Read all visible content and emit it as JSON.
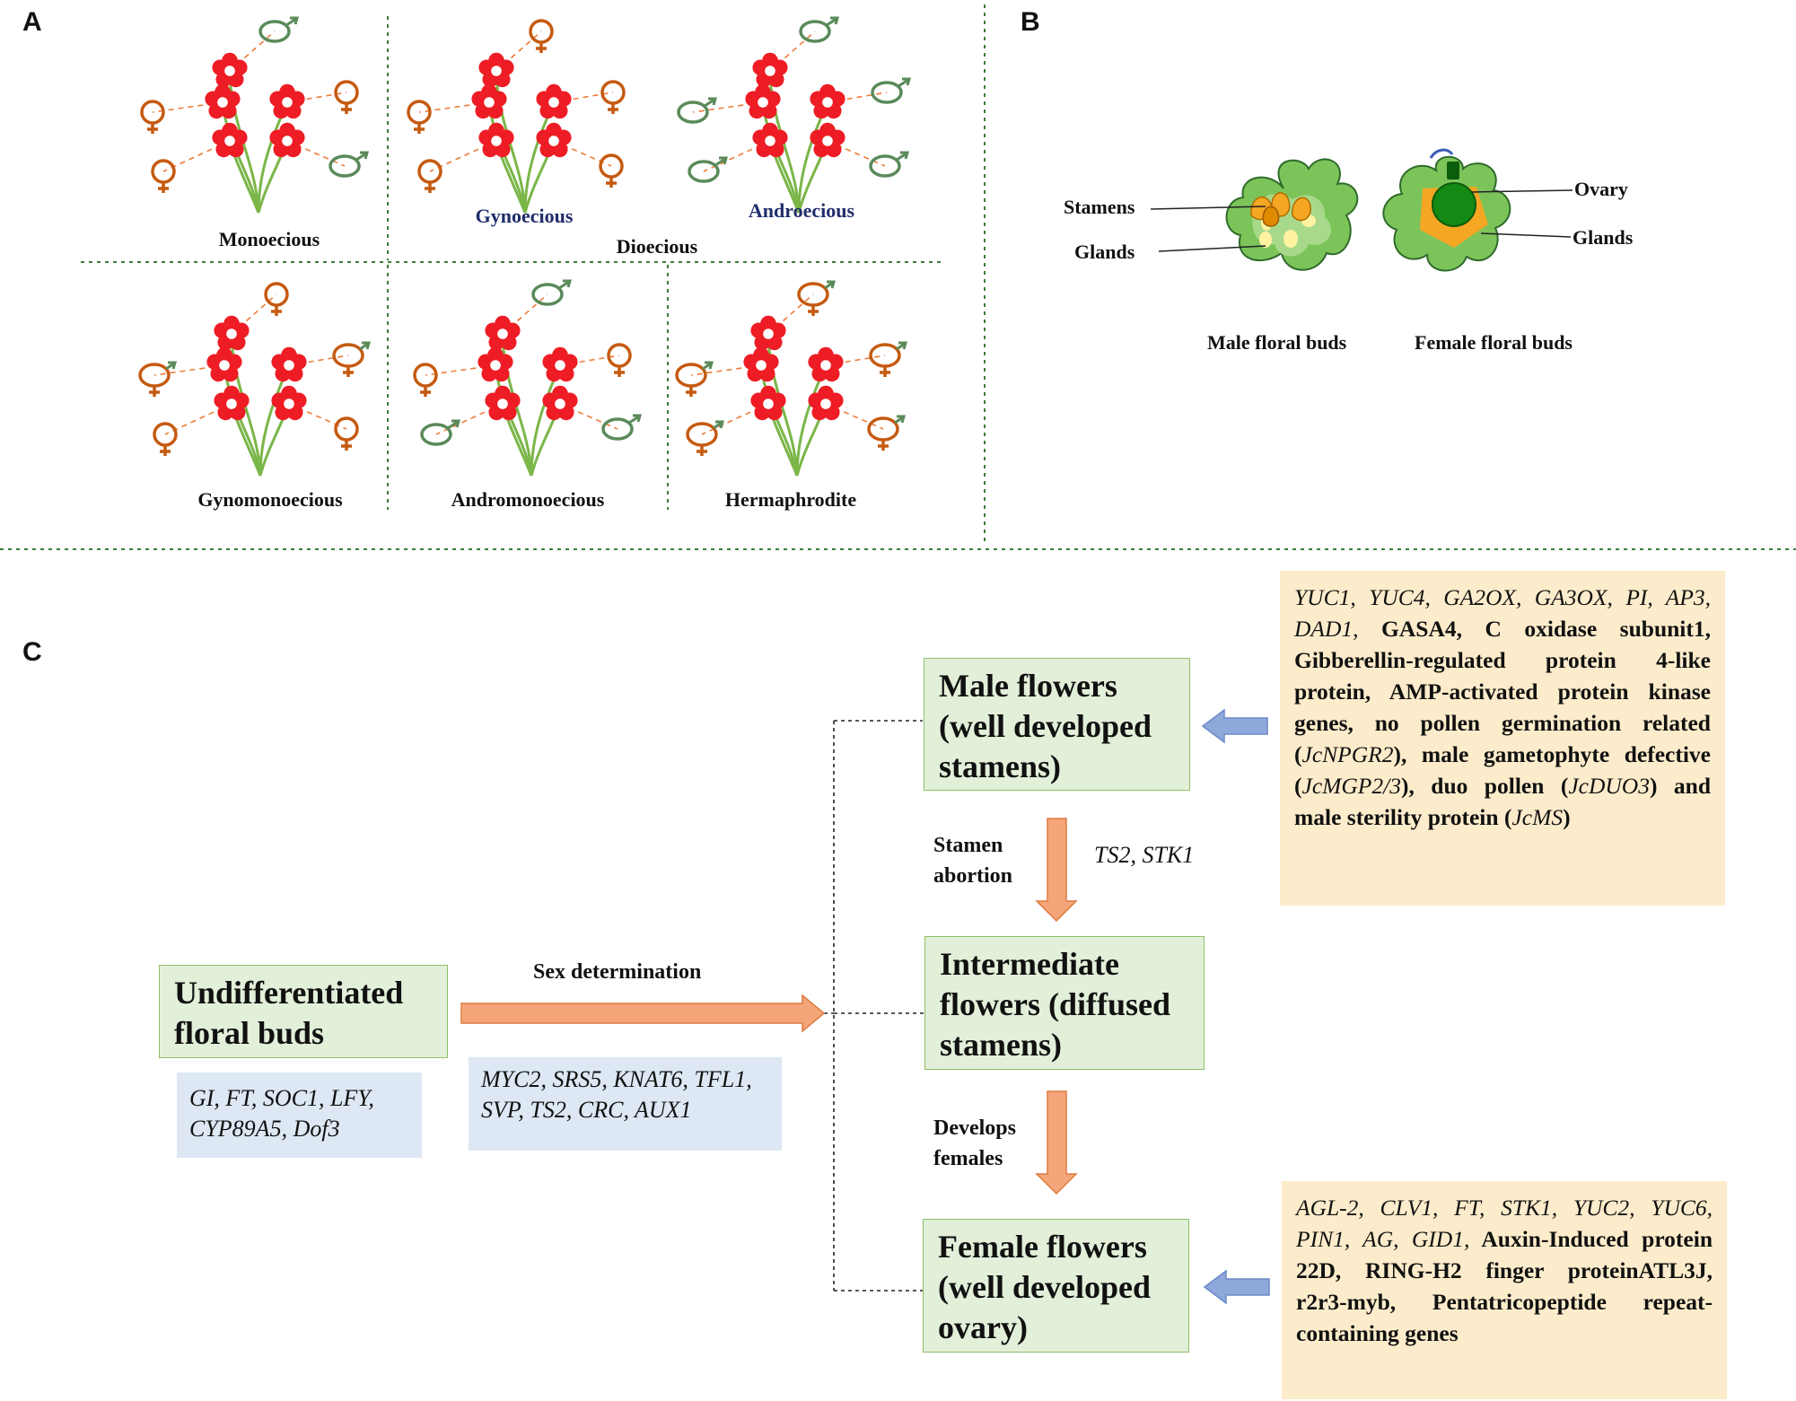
{
  "panels": {
    "a": "A",
    "b": "B",
    "c": "C"
  },
  "panel_a": {
    "monoecious": "Monoecious",
    "gynoecious": "Gynoecious",
    "androecious": "Androecious",
    "dioecious": "Dioecious",
    "gynomonoecious": "Gynomonoecious",
    "andromonoecious": "Andromonoecious",
    "hermaphrodite": "Hermaphrodite"
  },
  "panel_b": {
    "stamens": "Stamens",
    "glands_left": "Glands",
    "ovary": "Ovary",
    "glands_right": "Glands",
    "male_caption": "Male floral buds",
    "female_caption": "Female floral buds"
  },
  "panel_c": {
    "undiff_title": "Undifferentiated floral buds",
    "undiff_genes": "GI, FT, SOC1, LFY, CYP89A5, Dof3",
    "sex_determination": "Sex determination",
    "sex_genes": "MYC2, SRS5, KNAT6, TFL1, SVP, TS2, CRC, AUX1",
    "male_title": "Male flowers (well developed stamens)",
    "intermediate_title": "Intermediate flowers (diffused stamens)",
    "female_title": "Female flowers (well developed ovary)",
    "stamen_abortion": "Stamen abortion",
    "abortion_genes": "TS2, STK1",
    "develops_females": "Develops females",
    "male_genes_italic": "YUC1, YUC4, GA2OX, GA3OX, PI, AP3, DAD1,",
    "male_genes_rest": "GASA4, C oxidase subunit1, Gibberellin-regulated protein 4-like protein, AMP-activated protein kinase genes, no pollen germination related (",
    "male_gene_npgr": "JcNPGR2",
    "male_text_gametophyte": "), male gametophyte defective (",
    "male_gene_mgp": "JcMGP2/3",
    "male_text_duo": "), duo pollen (",
    "male_gene_duo": "JcDUO3",
    "male_text_sterility": ") and male sterility protein (",
    "male_gene_ms": "JcMS",
    "male_text_end": ")",
    "female_genes_italic": "AGL-2, CLV1, FT, STK1, YUC2, YUC6, PIN1, AG, GID1,",
    "female_genes_rest": "Auxin-Induced protein 22D, RING-H2 finger proteinATL3J, r2r3-myb, Pentatricopeptide repeat-containing genes"
  },
  "colors": {
    "flower_red": "#ee1c24",
    "stem_green": "#7ab648",
    "female_symbol": "#c55a11",
    "male_symbol": "#5a8a5a",
    "box_green": "#e2efd9",
    "box_blue": "#dde8f4",
    "box_yellow": "#fdeccb",
    "arrow_orange": "#f4a67a",
    "arrow_blue": "#8fa8dc",
    "divider": "#3a7d3a"
  }
}
